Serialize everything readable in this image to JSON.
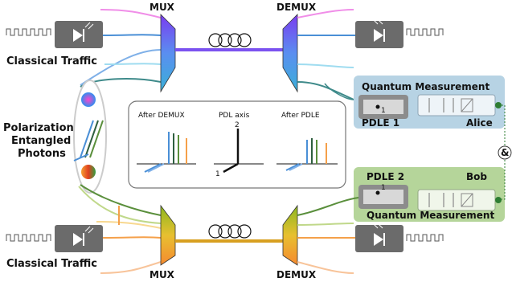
{
  "top": {
    "mux_label": "MUX",
    "demux_label": "DEMUX",
    "classical_label": "Classical Traffic"
  },
  "bottom": {
    "mux_label": "MUX",
    "demux_label": "DEMUX",
    "classical_label": "Classical Traffic"
  },
  "source": {
    "label_line1": "Polarization",
    "label_line2": "Entangled",
    "label_line3": "Photons"
  },
  "inset": {
    "after_demux": "After DEMUX",
    "pdl_axis": "PDL axis",
    "after_pdle": "After PDLE",
    "axis_1": "1",
    "axis_2": "2"
  },
  "alice_box": {
    "title": "Quantum Measurement",
    "pdle": "PDLE 1",
    "name": "Alice",
    "sub": "1"
  },
  "bob_box": {
    "title": "Quantum Measurement",
    "pdle": "PDLE 2",
    "name": "Bob",
    "sub": "1"
  },
  "coincidence": "&",
  "colors": {
    "pink": "#f08ee8",
    "blue": "#4a8fd6",
    "cyan": "#9fdcf0",
    "teal": "#3e8a8a",
    "green": "#5a8f3c",
    "orange": "#f5a04a",
    "peach": "#f8c49a",
    "alice_bg": "#b7d3e4",
    "bob_bg": "#b5d59a"
  }
}
